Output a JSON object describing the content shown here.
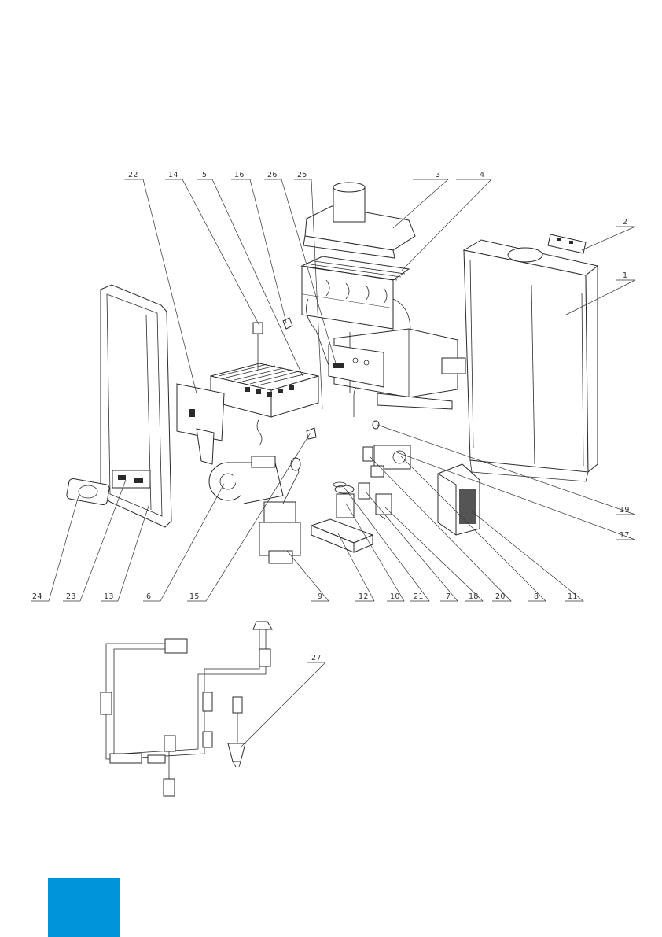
{
  "diagram": {
    "labels": {
      "l1": "1",
      "l2": "2",
      "l3": "3",
      "l4": "4",
      "l5": "5",
      "l6": "6",
      "l7": "7",
      "l8": "8",
      "l9": "9",
      "l10": "10",
      "l11": "11",
      "l12": "12",
      "l13": "13",
      "l14": "14",
      "l15": "15",
      "l16": "16",
      "l17": "17",
      "l18": "18",
      "l19": "19",
      "l20": "20",
      "l21": "21",
      "l22": "22",
      "l23": "23",
      "l24": "24",
      "l25": "25",
      "l26": "26",
      "l27": "27"
    }
  },
  "colors": {
    "accent": "#0095db",
    "line": "#333333"
  }
}
